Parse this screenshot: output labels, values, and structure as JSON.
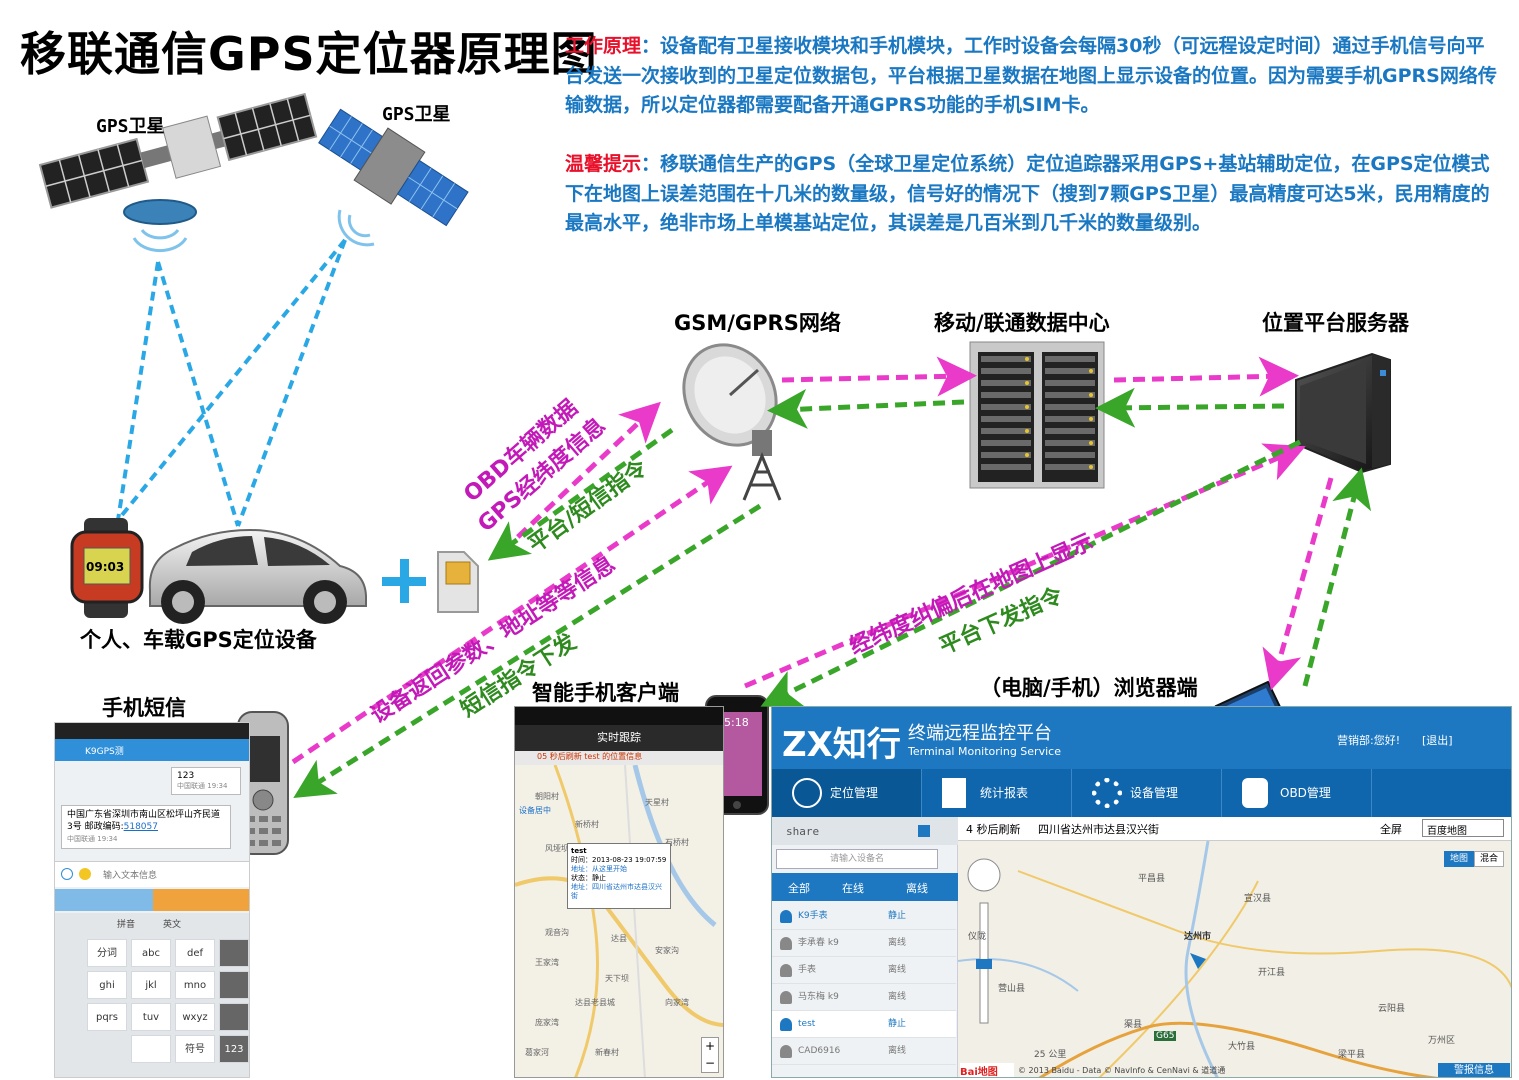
{
  "title": "移联通信GPS定位器原理图",
  "description": {
    "principle_label": "工作原理",
    "principle_text": "：设备配有卫星接收模块和手机模块，工作时设备会每隔30秒（可远程设定时间）通过手机信号向平台发送一次接收到的卫星定位数据包，平台根据卫星数据在地图上显示设备的位置。因为需要手机GPRS网络传输数据，所以定位器都需要配备开通GPRS功能的手机SIM卡。",
    "tip_label": "温馨提示",
    "tip_text": "：移联通信生产的GPS（全球卫星定位系统）定位追踪器采用GPS+基站辅助定位，在GPS定位模式下在地图上误差范围在十几米的数量级，信号好的情况下（搜到7颗GPS卫星）最高精度可达5米，民用精度的最高水平，绝非市场上单模基站定位，其误差是几百米到几千米的数量级别。"
  },
  "nodes": {
    "satellite_1": "GPS卫星",
    "satellite_2": "GPS卫星",
    "device": "个人、车载GPS定位设备",
    "network": "GSM/GPRS网络",
    "datacenter": "移动/联通数据中心",
    "server": "位置平台服务器",
    "sms": "手机短信",
    "app": "智能手机客户端",
    "browser": "（电脑/手机）浏览器端"
  },
  "arrows": {
    "upload_1": "OBD车辆数据",
    "upload_2": "GPS经纬度信息",
    "down_cmd": "平台/短信指令",
    "device_return": "设备返回参数、地址等等信息",
    "sms_cmd": "短信指令下发",
    "map_show": "经纬度纠偏后在地图上显示",
    "platform_cmd": "平台下发指令"
  },
  "watch_time": "09:03",
  "sms_screen": {
    "contact": "K9GPS测",
    "msg_out": "123",
    "carrier": "中国联通",
    "time_out": "19:34",
    "msg_in": "中国广东省深圳市南山区松坪山齐民道3号 邮政编码:",
    "postcode": "518057",
    "time_in": "19:34",
    "input_placeholder": "输入文本信息",
    "keys": [
      "分词",
      "abc",
      "def",
      "ghi",
      "jkl",
      "mno",
      "pqrs",
      "tuv",
      "wxyz",
      "符号",
      "123",
      "拼音",
      "英文"
    ]
  },
  "app_screen": {
    "nav_title": "实时跟踪",
    "sub_text": "05 秒后刷新 test 的位置信息",
    "popup": {
      "name": "test",
      "time": "时间：2013-08-23 19:07:59",
      "addr_from": "地址：从这里开始",
      "status": "状态：静止",
      "location": "地址：四川省达州市达县汉兴街"
    },
    "iphone_time": "5:18",
    "map_words": [
      "朝阳村",
      "设备居中",
      "新桥村",
      "天星村",
      "石桥村",
      "安家沟",
      "风垭坝",
      "达县",
      "观音沟",
      "王家湾",
      "达县老县城",
      "天下坝",
      "庞家湾",
      "向家湾",
      "葛家河",
      "新春村"
    ]
  },
  "web_platform": {
    "logo": "ZX知行",
    "cn_name": "终端远程监控平台",
    "en_name": "Terminal Monitoring Service",
    "user": "营销部:您好!",
    "logout": "[退出]",
    "menu": [
      "定位管理",
      "统计报表",
      "设备管理",
      "OBD管理"
    ],
    "group": "share",
    "search_placeholder": "请输入设备名",
    "tabs": [
      "全部",
      "在线",
      "离线"
    ],
    "devices": [
      {
        "name": "K9手表",
        "status": "静止"
      },
      {
        "name": "李承春 k9",
        "status": "离线"
      },
      {
        "name": "手表",
        "status": "离线"
      },
      {
        "name": "马东梅 k9",
        "status": "离线"
      },
      {
        "name": "test",
        "status": "静止"
      },
      {
        "name": "CAD6916",
        "status": "离线"
      }
    ],
    "refresh": "4 秒后刷新",
    "address": "四川省达州市达县汉兴街",
    "fullscreen": "全屏",
    "map_select": "百度地图",
    "map_modes": [
      "地图",
      "混合"
    ],
    "map_words": [
      "平昌县",
      "宣汉县",
      "达州市",
      "开江县",
      "渠县",
      "大竹县",
      "万州区",
      "云阳县",
      "梁平县",
      "营山县",
      "仪陇"
    ],
    "scale": "25 公里",
    "copyright": "© 2013 Baidu - Data © NavInfo & CenNavi & 道道通",
    "alarm": "警报信息",
    "highway": "G65"
  },
  "colors": {
    "blue_text": "#1a78c2",
    "red_label": "#e8102a",
    "magenta": "#e93ac9",
    "green": "#39a62a",
    "cyan_dash": "#2aa8e6"
  }
}
